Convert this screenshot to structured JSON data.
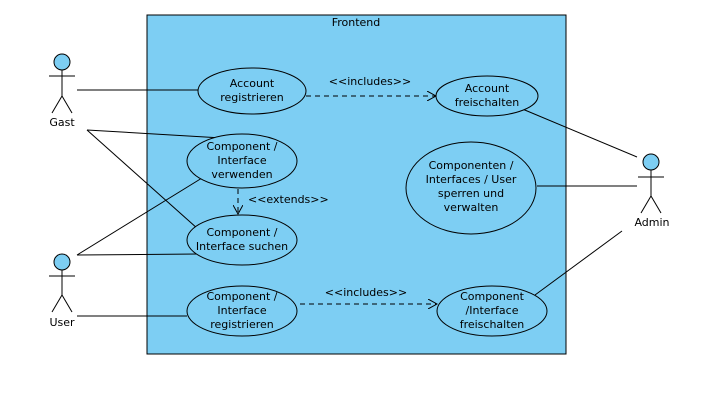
{
  "diagram": {
    "type": "use-case",
    "colors": {
      "system_fill": "#7dcef3",
      "usecase_fill": "#7dcef3",
      "actor_fill": "#7dcef3",
      "stroke": "#000000",
      "background": "#ffffff"
    },
    "system": {
      "title": "Frontend"
    },
    "actors": {
      "gast": "Gast",
      "user": "User",
      "admin": "Admin"
    },
    "usecases": {
      "account_registrieren": [
        "Account",
        "registrieren"
      ],
      "account_freischalten": [
        "Account",
        "freischalten"
      ],
      "component_verwenden": [
        "Component /",
        "Interface",
        "verwenden"
      ],
      "component_suchen": [
        "Component /",
        "Interface suchen"
      ],
      "componenten_sperren": [
        "Componenten /",
        "Interfaces / User",
        "sperren und",
        "verwalten"
      ],
      "component_registrieren": [
        "Component /",
        "Interface",
        "registrieren"
      ],
      "component_freischalten": [
        "Component",
        "/Interface",
        "freischalten"
      ]
    },
    "relations": {
      "includes_account": "<<includes>>",
      "extends_suchen": "<<extends>>",
      "includes_component": "<<includes>>"
    }
  }
}
